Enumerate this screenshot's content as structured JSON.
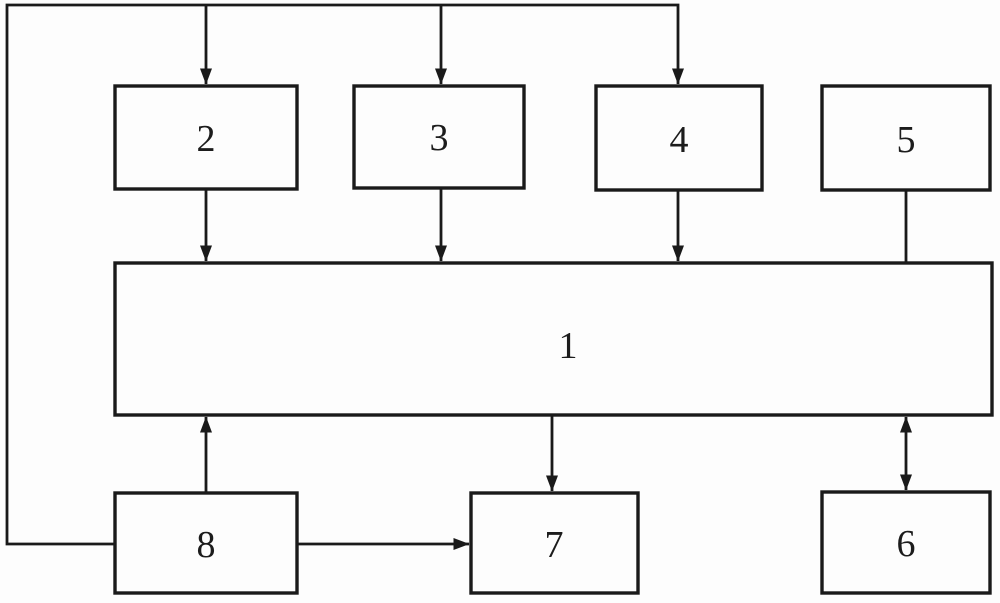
{
  "diagram": {
    "kind": "block-diagram",
    "background_color": "#fdfdfd",
    "line_color": "#1a1a1a",
    "label_color": "#1c1c1c",
    "boxes": {
      "b1": {
        "label": "1"
      },
      "b2": {
        "label": "2"
      },
      "b3": {
        "label": "3"
      },
      "b4": {
        "label": "4"
      },
      "b5": {
        "label": "5"
      },
      "b6": {
        "label": "6"
      },
      "b7": {
        "label": "7"
      },
      "b8": {
        "label": "8"
      }
    },
    "connections": [
      {
        "from": "2",
        "to": "1",
        "arrow": "single-down"
      },
      {
        "from": "3",
        "to": "1",
        "arrow": "single-down"
      },
      {
        "from": "4",
        "to": "1",
        "arrow": "single-down"
      },
      {
        "from": "5",
        "to": "1",
        "arrow": "plain-line"
      },
      {
        "from": "8",
        "to": "1",
        "arrow": "single-up"
      },
      {
        "from": "1",
        "to": "7",
        "arrow": "single-down"
      },
      {
        "from": "1",
        "to": "6",
        "arrow": "double-headed"
      },
      {
        "from": "8",
        "to": "7",
        "arrow": "single-right"
      },
      {
        "from": "8",
        "to": "2,3,4",
        "arrow": "single-down-each",
        "route": "out-left-side, up-left-edge, across-top, drops-into-2-3-4"
      }
    ]
  }
}
